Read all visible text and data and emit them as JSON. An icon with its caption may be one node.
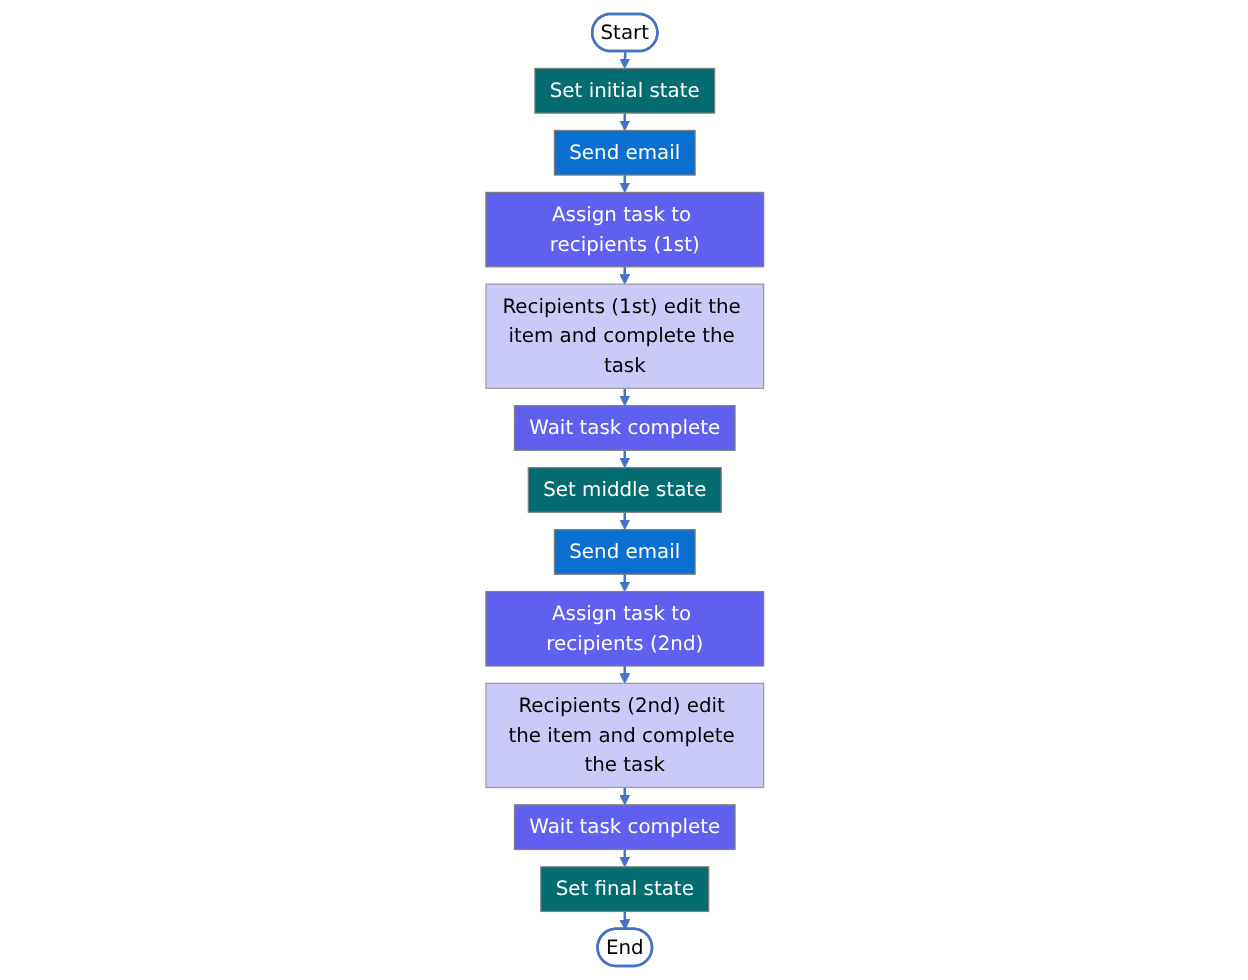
{
  "diagram": {
    "nodes": [
      {
        "text": [
          "Start"
        ]
      },
      {
        "text": [
          "Set initial state"
        ]
      },
      {
        "text": [
          "Send email"
        ]
      },
      {
        "text": [
          "Assign task to recipients (1st)"
        ]
      },
      {
        "text": [
          "Recipients (1st) edit the item and complete the task"
        ]
      },
      {
        "text": [
          "Wait task complete"
        ]
      },
      {
        "text": [
          "Set middle state"
        ]
      },
      {
        "text": [
          "Send email"
        ]
      },
      {
        "text": [
          "Assign task to recipients (2nd)"
        ]
      },
      {
        "text": [
          "Recipients (2nd) edit the item and complete the task"
        ]
      },
      {
        "text": [
          "Wait task complete"
        ]
      },
      {
        "text": [
          "Set final state"
        ]
      },
      {
        "text": [
          "End"
        ]
      }
    ],
    "edges": [
      {
        "from": 0,
        "to": 1,
        "arrow": "to"
      },
      {
        "from": 1,
        "to": 2,
        "arrow": "to"
      },
      {
        "from": 2,
        "to": 3,
        "arrow": "to"
      },
      {
        "from": 3,
        "to": 4,
        "arrow": "to"
      },
      {
        "from": 4,
        "to": 5,
        "arrow": "to"
      },
      {
        "from": 5,
        "to": 6,
        "arrow": "to"
      },
      {
        "from": 6,
        "to": 7,
        "arrow": "to"
      },
      {
        "from": 7,
        "to": 8,
        "arrow": "to"
      },
      {
        "from": 8,
        "to": 9,
        "arrow": "to"
      },
      {
        "from": 9,
        "to": 10,
        "arrow": "to"
      },
      {
        "from": 10,
        "to": 11,
        "arrow": "to"
      },
      {
        "from": 11,
        "to": 12,
        "arrow": "to"
      }
    ]
  }
}
